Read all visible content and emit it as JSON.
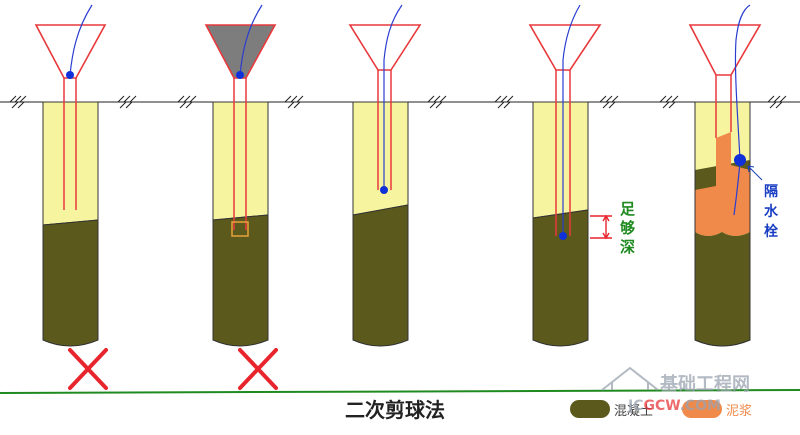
{
  "caption": "二次剪球法",
  "annotations": {
    "depth_label": [
      "足",
      "够",
      "深"
    ],
    "plug_label": [
      "隔",
      "水",
      "栓"
    ]
  },
  "legend": [
    {
      "label": "混凝土",
      "color": "#5b5a1c"
    },
    {
      "label": "泥浆",
      "color": "#f08a4b"
    }
  ],
  "watermark": {
    "brand_text": "基础工程网",
    "url_prefix": "JC",
    "url_mid": "GCW",
    "url_suffix": ".COM"
  },
  "colors": {
    "mud": "#f7f4a0",
    "concrete": "#5b5a1c",
    "funnel": "#e8393c",
    "wire": "#2a3dd1",
    "ball": "#1030d8",
    "cross": "#e8242c",
    "annotation_green": "#1f8a1f",
    "annotation_blue": "#1a3fc4",
    "orange": "#f08a4b",
    "ground_line": "#222222"
  },
  "panels": [
    {
      "id": 1,
      "status": "fail",
      "funnel_filled": false,
      "tremie_bottom_ratio": 0.45,
      "ball": "funnel-neck"
    },
    {
      "id": 2,
      "status": "fail",
      "funnel_filled": true,
      "tremie_bottom_ratio": 0.5,
      "ball": "funnel-neck"
    },
    {
      "id": 3,
      "status": "in-progress",
      "funnel_filled": false,
      "tremie_bottom_ratio": 0.38,
      "ball": "pipe-bottom"
    },
    {
      "id": 4,
      "status": "success",
      "funnel_filled": false,
      "tremie_bottom_ratio": 0.52,
      "ball": "pipe-bottom",
      "depth_marker": true
    },
    {
      "id": 5,
      "status": "success",
      "funnel_filled": false,
      "tremie_bottom_ratio": 0.48,
      "ball": "plug-rising",
      "mixed_zone": true
    }
  ]
}
